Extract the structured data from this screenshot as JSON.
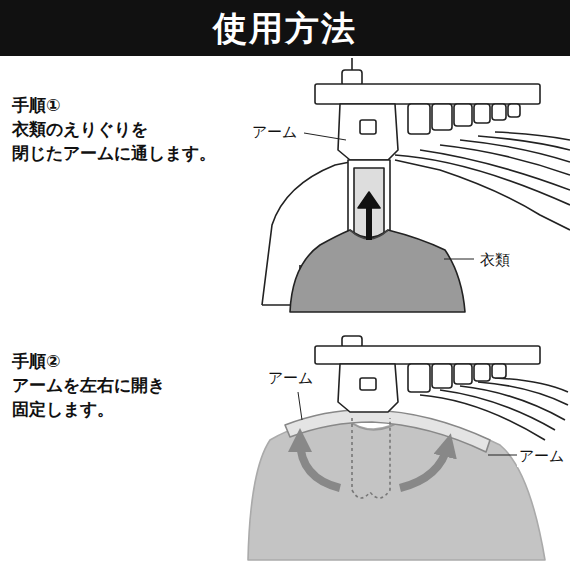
{
  "diagram": {
    "title": "使用方法",
    "labels": [
      "手順①",
      "衣類のえりぐりを 閉じたアームに通します。",
      "アーム",
      "衣類",
      "手順②",
      "アームを左右に開き 固定します。",
      "アーム",
      "アーム"
    ]
  }
}
